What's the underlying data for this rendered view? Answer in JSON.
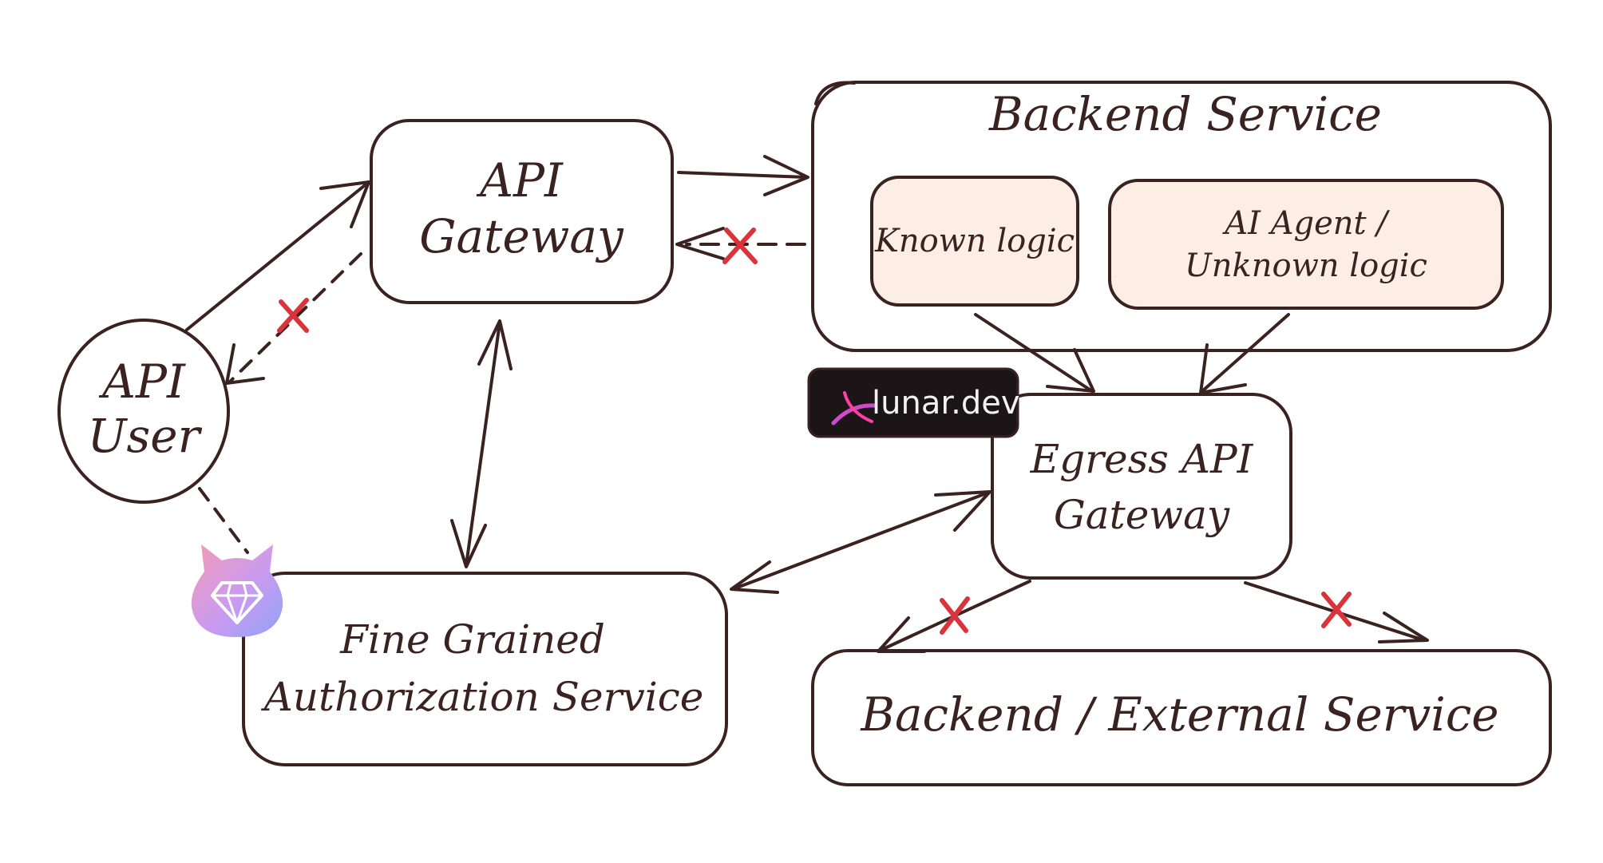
{
  "nodes": {
    "api_user": {
      "line1": "API",
      "line2": "User"
    },
    "api_gateway": {
      "line1": "API",
      "line2": "Gateway"
    },
    "backend_service": {
      "title": "Backend Service"
    },
    "known_logic": {
      "label": "Known logic"
    },
    "ai_agent": {
      "line1": "AI Agent /",
      "line2": "Unknown logic"
    },
    "egress_gateway": {
      "line1": "Egress API",
      "line2": "Gateway"
    },
    "fga_service": {
      "line1": "Fine Grained",
      "line2": "Authorization Service"
    },
    "external_service": {
      "label": "Backend / External Service"
    }
  },
  "badges": {
    "lunar": {
      "text": "lunar.dev"
    }
  },
  "icons": {
    "fga_logo": "diamond-cat-icon",
    "lunar_logo": "lunar-swoosh-icon",
    "blocked": "cross-mark-icon"
  },
  "colors": {
    "ink": "#3a2220",
    "box_fill_light": "#fdeee5",
    "blocked_mark": "#d9343b",
    "logo_gradient_start": "#f59ab6",
    "logo_gradient_end": "#8fa3f7",
    "lunar_bg": "#1b1517"
  }
}
